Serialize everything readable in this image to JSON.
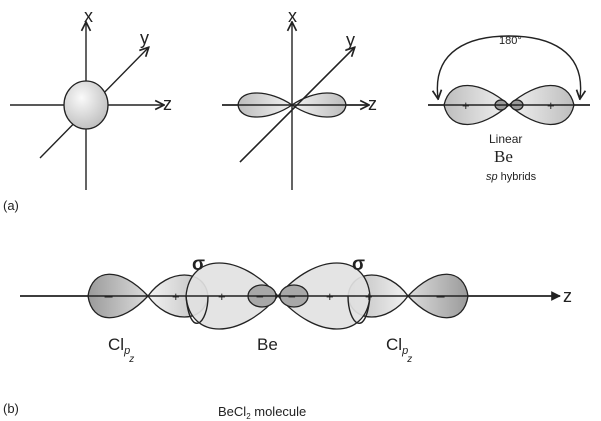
{
  "panel_a": {
    "label": "(a)",
    "axis_x": "x",
    "axis_y": "y",
    "axis_z": "z",
    "angle_label": "180°",
    "plus": "+",
    "minus": "−",
    "geometry_label": "Linear",
    "atom_label": "Be",
    "hybrid_italic": "sp",
    "hybrid_rest": " hybrids"
  },
  "panel_b": {
    "label": "(b)",
    "axis_z": "z",
    "sigma": "σ",
    "plus": "+",
    "minus": "−",
    "cl_left": "Cl",
    "cl_sub_p": "p",
    "cl_sub_z": "z",
    "be_label": "Be",
    "cl_right": "Cl",
    "molecule_main": "BeCl",
    "molecule_sub": "2",
    "molecule_rest": " molecule"
  }
}
